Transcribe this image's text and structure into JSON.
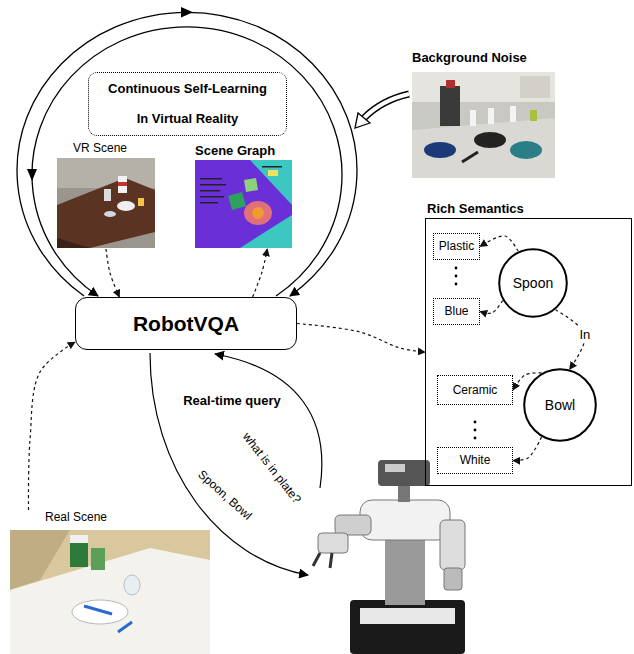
{
  "diagram": {
    "nodes": [
      {
        "text": [
          "Continuous Self-Learning In Virtual Reality"
        ]
      },
      {
        "text": [
          "Background Noise"
        ]
      },
      {
        "text": [
          "VR Scene"
        ]
      },
      {
        "text": [
          "Scene Graph"
        ]
      },
      {
        "text": [
          "Rich Semantics"
        ]
      },
      {
        "text": [
          "Plastic"
        ],
        "in": 4
      },
      {
        "text": [
          "Spoon"
        ],
        "in": 4
      },
      {
        "text": [
          "Blue"
        ],
        "in": 4
      },
      {
        "text": [
          "Ceramic"
        ],
        "in": 4
      },
      {
        "text": [
          "Bowl"
        ],
        "in": 4
      },
      {
        "text": [
          "White"
        ],
        "in": 4
      },
      {
        "text": [
          "RobotVQA"
        ]
      },
      {
        "text": [
          "Real Scene"
        ]
      }
    ],
    "edges": [
      {
        "from": 2,
        "to": 11,
        "arrow": "to"
      },
      {
        "from": 11,
        "to": 3,
        "arrow": "to"
      },
      {
        "from": 11,
        "to": 4,
        "arrow": "to"
      },
      {
        "from": 12,
        "to": 11,
        "arrow": "to"
      },
      {
        "from": 6,
        "to": 5,
        "arrow": "to"
      },
      {
        "from": 6,
        "to": 7,
        "arrow": "to"
      },
      {
        "from": 6,
        "to": 9,
        "label": "In",
        "arrow": "to"
      },
      {
        "from": 9,
        "to": 8,
        "arrow": "to"
      },
      {
        "from": 9,
        "to": 10,
        "arrow": "to"
      }
    ],
    "labels": [
      "Real-time query",
      "what is in plate?",
      "Spoon, Bowl"
    ]
  }
}
